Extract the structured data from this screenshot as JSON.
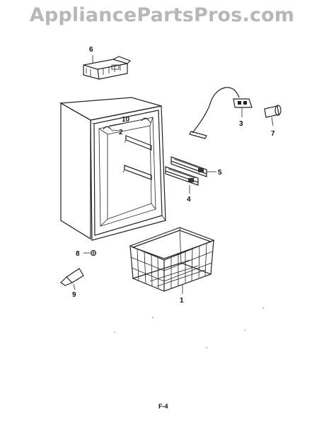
{
  "watermark": "AppliancePartsPros.com",
  "page_label": "F-4",
  "callouts": {
    "p1": "1",
    "p2": "2",
    "p3": "3",
    "p4": "4",
    "p5": "5",
    "p6": "6",
    "p7": "7",
    "p8": "8",
    "p9": "9",
    "p10": "10"
  }
}
